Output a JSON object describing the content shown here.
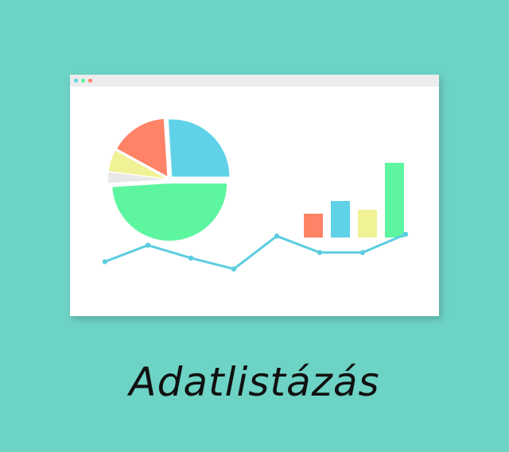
{
  "caption": "Adatlistázás",
  "colors": {
    "background": "#6dd3c5",
    "window": "#ffffff",
    "titlebar": "#ececec",
    "dot_blue": "#5fcfe6",
    "dot_green": "#5bf59e",
    "dot_red": "#ff8366",
    "coral": "#ff8366",
    "blue": "#5fd2e8",
    "yellow": "#f1f295",
    "green": "#5df5a0",
    "grey": "#e8e8e8",
    "line": "#5ccde0"
  },
  "pie": {
    "slices": [
      {
        "value": 49,
        "color": "#5df5a0"
      },
      {
        "value": 3,
        "color": "#e8e8e8"
      },
      {
        "value": 6,
        "color": "#f1f295"
      },
      {
        "value": 16,
        "color": "#ff8366"
      },
      {
        "value": 26,
        "color": "#5fd2e8"
      }
    ]
  },
  "bars": {
    "values": [
      3,
      4.6,
      3.5,
      9.4
    ],
    "colors": [
      "#ff8366",
      "#5fd2e8",
      "#f1f295",
      "#5df5a0"
    ]
  },
  "line": {
    "values": [
      6,
      10.5,
      7,
      4,
      13,
      8.5,
      8.5,
      13.5
    ]
  }
}
